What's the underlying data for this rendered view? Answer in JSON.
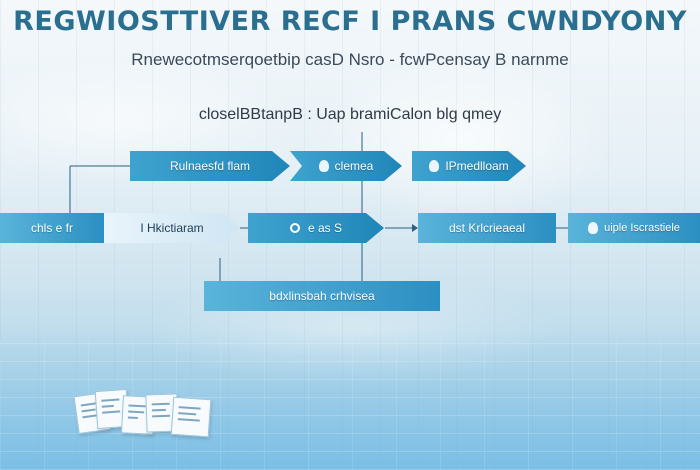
{
  "title": "REGWIOSTTIVER RECF I PRANS CWNDYONY",
  "subtitle": "Rnewecotmserqoetbip casD Nsro - fcwPcensay B narnme",
  "caption": "closelBBtanpB : Uap bramiCalon blg qmey",
  "nodes": {
    "top_1": "Rulnaesfd flam",
    "top_2": "clemea",
    "top_3": "IPmedlloam",
    "mid_1": "chls e fr",
    "mid_2": "I Hkictiaram",
    "mid_3": "e as S",
    "mid_4": "dst Krlcrieaeal",
    "mid_5": "uiple Iscrastiele",
    "bottom": "bdxlinsbah crhvisea"
  },
  "icons": {
    "top_2": "lightbulb-icon",
    "top_3": "lightbulb-icon",
    "mid_3": "gear-icon",
    "mid_5": "lightbulb-icon",
    "documents": "document-stack-icon"
  },
  "colors": {
    "title": "#2a6f8f",
    "node_primary": "#1f86b8",
    "node_light": "#5ab4da",
    "connector": "#2b5f7f"
  }
}
